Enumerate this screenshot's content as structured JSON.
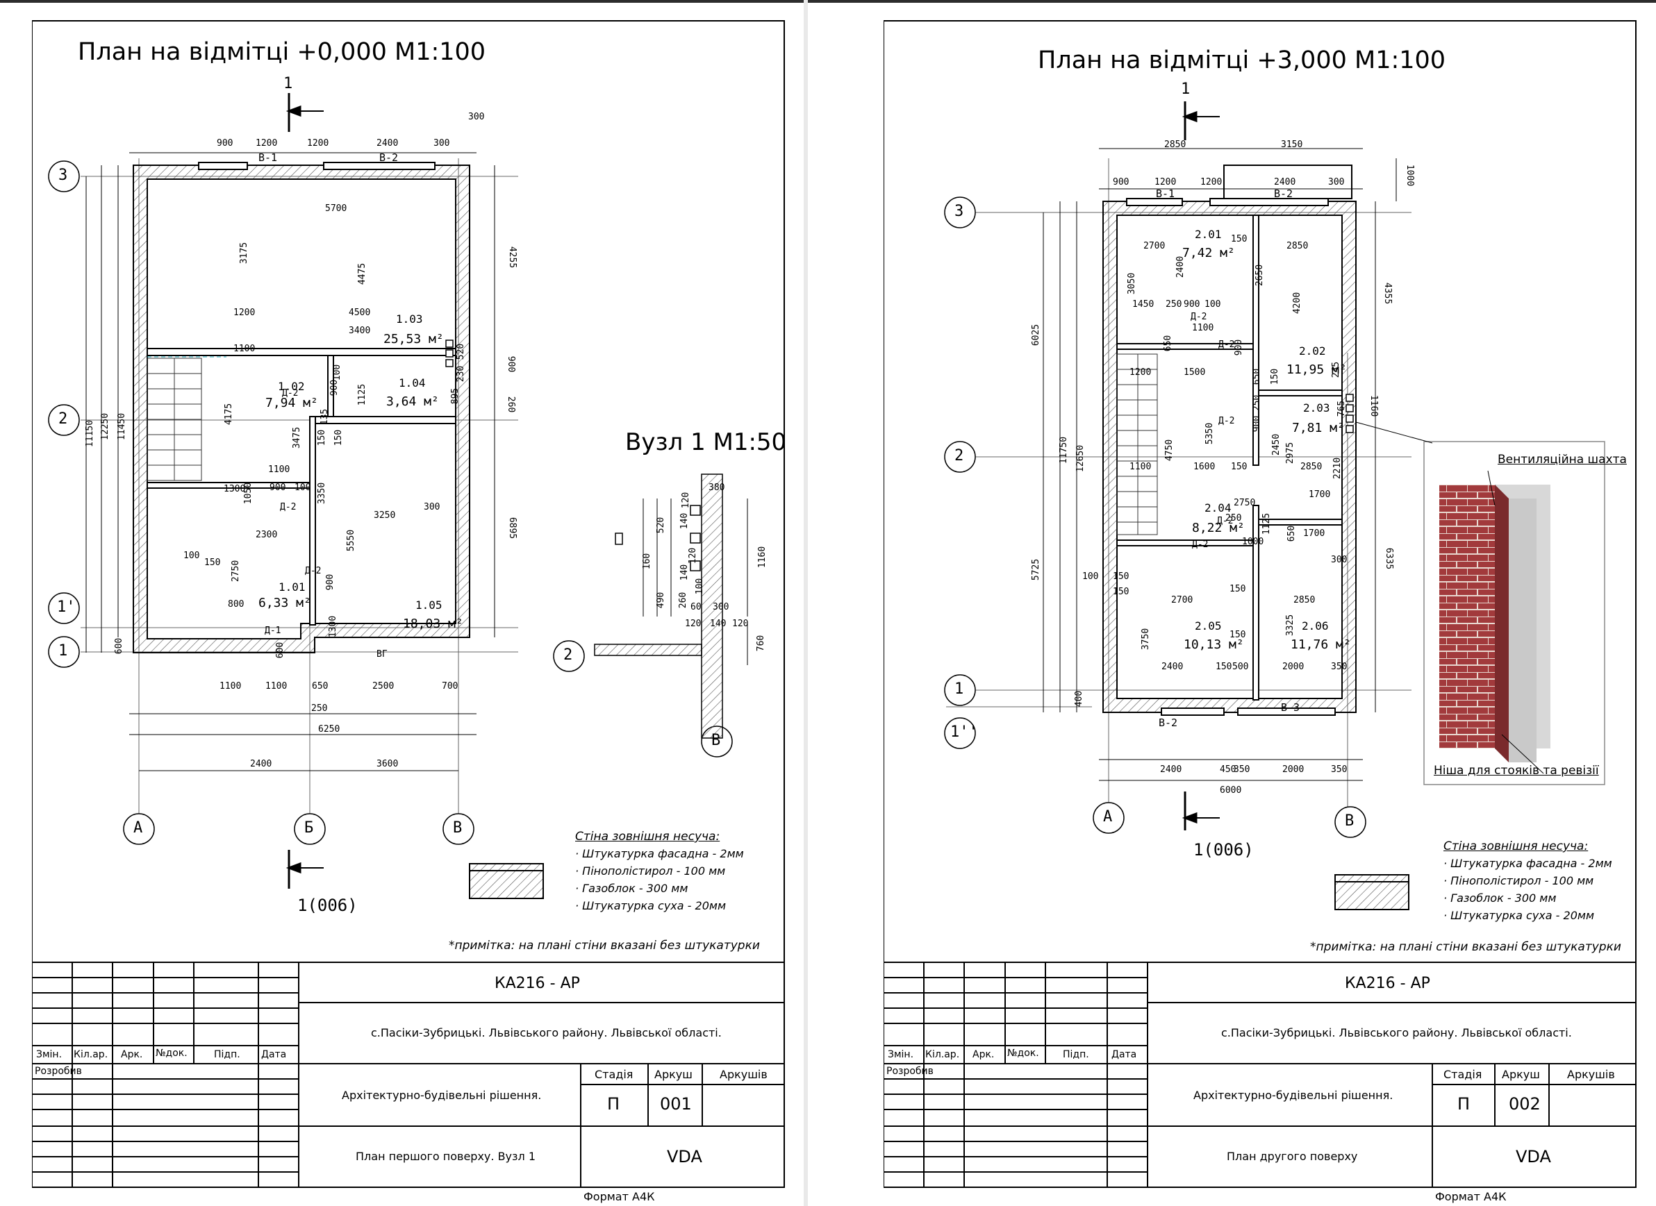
{
  "sheets": [
    {
      "title": "План на відмітці +0,000 М1:100",
      "detail_title": "Вузл 1 М1:50",
      "section_mark_top": "1",
      "section_mark_bottom": "1(006)",
      "axes": [
        "3",
        "2",
        "1'",
        "1",
        "A",
        "Б",
        "В"
      ],
      "detail_axes": [
        "2",
        "В"
      ],
      "rooms": [
        {
          "num": "1.01",
          "area": "6,33 м²"
        },
        {
          "num": "1.02",
          "area": "7,94 м²"
        },
        {
          "num": "1.03",
          "area": "25,53 м²"
        },
        {
          "num": "1.04",
          "area": "3,64 м²"
        },
        {
          "num": "1.05",
          "area": "18,03 м²"
        }
      ],
      "doors": [
        "Д-2",
        "Д-2",
        "Д-2",
        "Д-1"
      ],
      "windows": [
        "В-1",
        "В-2"
      ],
      "equipment": [
        "ВГ"
      ],
      "dims_top": [
        "900",
        "1200",
        "1200",
        "2400",
        "300",
        "300"
      ],
      "dims_bottom_1": [
        "1100",
        "1100",
        "650",
        "2500",
        "700"
      ],
      "dims_bottom_2": [
        "250",
        "6250"
      ],
      "dims_bottom_3": [
        "2400",
        "3600"
      ],
      "dims_left": [
        "11150",
        "12250",
        "11450",
        "600",
        "100"
      ],
      "dims_right": [
        "4255",
        "900",
        "260",
        "6895"
      ],
      "dims_inner": [
        "5700",
        "3175",
        "4475",
        "1200",
        "4500",
        "3400",
        "1100",
        "520",
        "230",
        "4175",
        "900",
        "100",
        "1125",
        "895",
        "3475",
        "150",
        "135",
        "1100",
        "1050",
        "150",
        "1300",
        "900",
        "100",
        "3350",
        "3250",
        "300",
        "2300",
        "5550",
        "150",
        "2750",
        "900",
        "800",
        "1300",
        "600"
      ],
      "detail_dims": [
        "380",
        "120",
        "520",
        "140",
        "160",
        "1160",
        "120",
        "140",
        "490",
        "260",
        "100",
        "60",
        "300",
        "120",
        "140",
        "120",
        "760"
      ],
      "legend_title": "Стіна зовнішня несуча:",
      "legend_items": [
        "·   Штукатурка фасадна - 2мм",
        "·   Пінополістирол - 100 мм",
        "·   Газоблок - 300 мм",
        "·   Штукатурка суха - 20мм"
      ],
      "note": "*примітка:  на плані стіни вказані без штукатурки",
      "titleblock": {
        "code": "КА216 - АР",
        "address": "с.Пасіки-Зубрицькі. Львівського району. Львівської області.",
        "headers": [
          "Змін.",
          "Кіл.ар.",
          "Арк.",
          "№док.",
          "Підп.",
          "Дата"
        ],
        "developer_label": "Розробив",
        "section": "Архітектурно-будівельні рішення.",
        "stage_label": "Стадія",
        "sheet_label": "Аркуш",
        "sheets_label": "Аркушів",
        "stage": "П",
        "sheet_no": "001",
        "drawing": "План першого поверху. Вузл 1",
        "company": "VDA"
      },
      "format": "Формат А4К"
    },
    {
      "title": "План на відмітці +3,000 М1:100",
      "section_mark_top": "1",
      "section_mark_bottom": "1(006)",
      "axes": [
        "3",
        "2",
        "1",
        "1''",
        "A",
        "В"
      ],
      "rooms": [
        {
          "num": "2.01",
          "area": "7,42 м²"
        },
        {
          "num": "2.02",
          "area": "11,95 м²"
        },
        {
          "num": "2.03",
          "area": "7,81 м²"
        },
        {
          "num": "2.04",
          "area": "8,22 м²"
        },
        {
          "num": "2.05",
          "area": "10,13 м²"
        },
        {
          "num": "2.06",
          "area": "11,76 м²"
        }
      ],
      "doors": [
        "Д-2",
        "Д-2",
        "Д-2",
        "Д-2",
        "Д-2"
      ],
      "windows": [
        "В-1",
        "В-2",
        "В-2",
        "В-3"
      ],
      "dims_top_1": [
        "2850",
        "3150"
      ],
      "dims_top_2": [
        "900",
        "1200",
        "1200",
        "2400",
        "300",
        "1000"
      ],
      "dims_bottom_1": [
        "2400",
        "450",
        "350",
        "2000",
        "350"
      ],
      "dims_bottom_2": [
        "6000"
      ],
      "dims_left": [
        "6025",
        "11750",
        "12650",
        "5725",
        "400",
        "100"
      ],
      "dims_right": [
        "4355",
        "1160",
        "6335"
      ],
      "dims_inner": [
        "2700",
        "2400",
        "150",
        "2850",
        "3050",
        "2650",
        "4200",
        "1450",
        "250",
        "900",
        "100",
        "1100",
        "650",
        "900",
        "1200",
        "1500",
        "650",
        "150",
        "245",
        "765",
        "4750",
        "5350",
        "250",
        "900",
        "2450",
        "2975",
        "1100",
        "1600",
        "150",
        "2850",
        "2210",
        "1700",
        "2750",
        "1125",
        "250",
        "650",
        "1700",
        "1000",
        "300",
        "150",
        "150",
        "2700",
        "150",
        "2850",
        "3750",
        "3325",
        "150",
        "2400",
        "150",
        "500",
        "2000",
        "350"
      ],
      "shaft_label": "Вентиляційна шахта",
      "niche_label": "Ніша для стояків та ревізії",
      "legend_title": "Стіна зовнішня несуча:",
      "legend_items": [
        "·   Штукатурка фасадна - 2мм",
        "·   Пінополістирол - 100 мм",
        "·   Газоблок - 300 мм",
        "·   Штукатурка суха - 20мм"
      ],
      "note": "*примітка:  на плані стіни вказані без штукатурки",
      "titleblock": {
        "code": "КА216 - АР",
        "address": "с.Пасіки-Зубрицькі. Львівського району. Львівської області.",
        "headers": [
          "Змін.",
          "Кіл.ар.",
          "Арк.",
          "№док.",
          "Підп.",
          "Дата"
        ],
        "developer_label": "Розробив",
        "section": "Архітектурно-будівельні рішення.",
        "stage_label": "Стадія",
        "sheet_label": "Аркуш",
        "sheets_label": "Аркушів",
        "stage": "П",
        "sheet_no": "002",
        "drawing": "План другого поверху",
        "company": "VDA"
      },
      "format": "Формат А4К"
    }
  ]
}
